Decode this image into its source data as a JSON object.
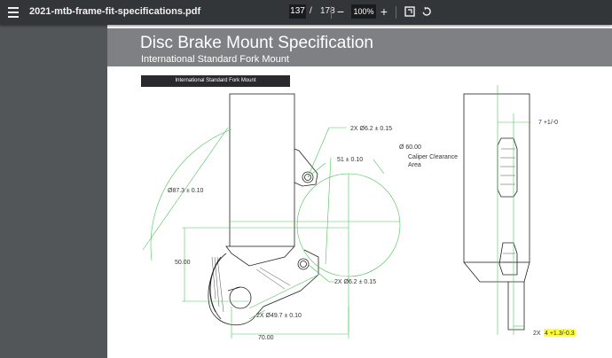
{
  "toolbar": {
    "file_name": "2021-mtb-frame-fit-specifications.pdf",
    "current_page": "137",
    "page_separator": "/",
    "total_pages": "178",
    "zoom_out_symbol": "−",
    "zoom_level": "100%",
    "zoom_in_symbol": "+",
    "icons": [
      "menu-icon",
      "fit-page-icon",
      "rotate-icon"
    ]
  },
  "document": {
    "title": "Disc Brake Mount Specification",
    "subtitle": "International Standard Fork Mount",
    "tag_label": "International Standard Fork Mount",
    "dimensions": {
      "top_hole": "2X Ø6.2 ± 0.15",
      "clearance_diameter": "Ø 60.00",
      "clearance_label_1": "Caliper Clearance",
      "clearance_label_2": "Area",
      "offset_51": "51 ± 0.10",
      "dia_87": "Ø87.3 ± 0.10",
      "height_50": "50.00",
      "bottom_hole": "2X Ø6.2 ± 0.15",
      "dia_49": "2X Ø49.7 ± 0.10",
      "width_70": "70.00",
      "side_offset": "7 +1/-0",
      "side_thread_prefix": "2X",
      "side_thread_highlight": "4 +1.3/-0.3"
    }
  }
}
